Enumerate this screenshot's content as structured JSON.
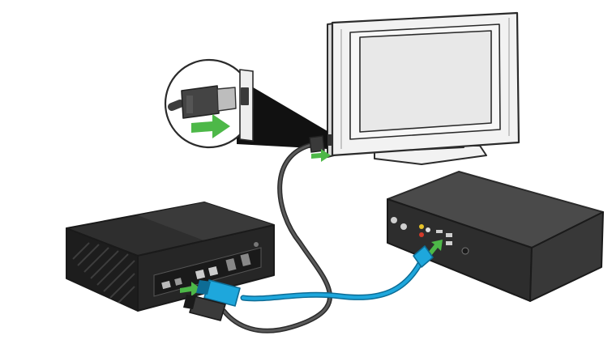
{
  "colors": {
    "background": "#ffffff",
    "tv_frame": "#f2f2f2",
    "tv_screen": "#e9e9e9",
    "outline": "#2b2b2b",
    "console_top": "#2e2e2e",
    "console_front": "#1f1f1f",
    "console_side": "#3a3a3a",
    "box_top": "#4a4a4a",
    "box_front": "#2d2d2d",
    "cable_dark": "#3c3c3c",
    "cable_blue": "#1ea7dc",
    "cable_blue_dark": "#0d6c95",
    "arrow_green": "#4db848",
    "connector_gray": "#444444"
  },
  "icons": {
    "tv": "television",
    "console": "game-console",
    "settop_box": "cable-set-top-box",
    "hdmi_connector": "hdmi-plug",
    "arrow": "insert-arrow"
  }
}
